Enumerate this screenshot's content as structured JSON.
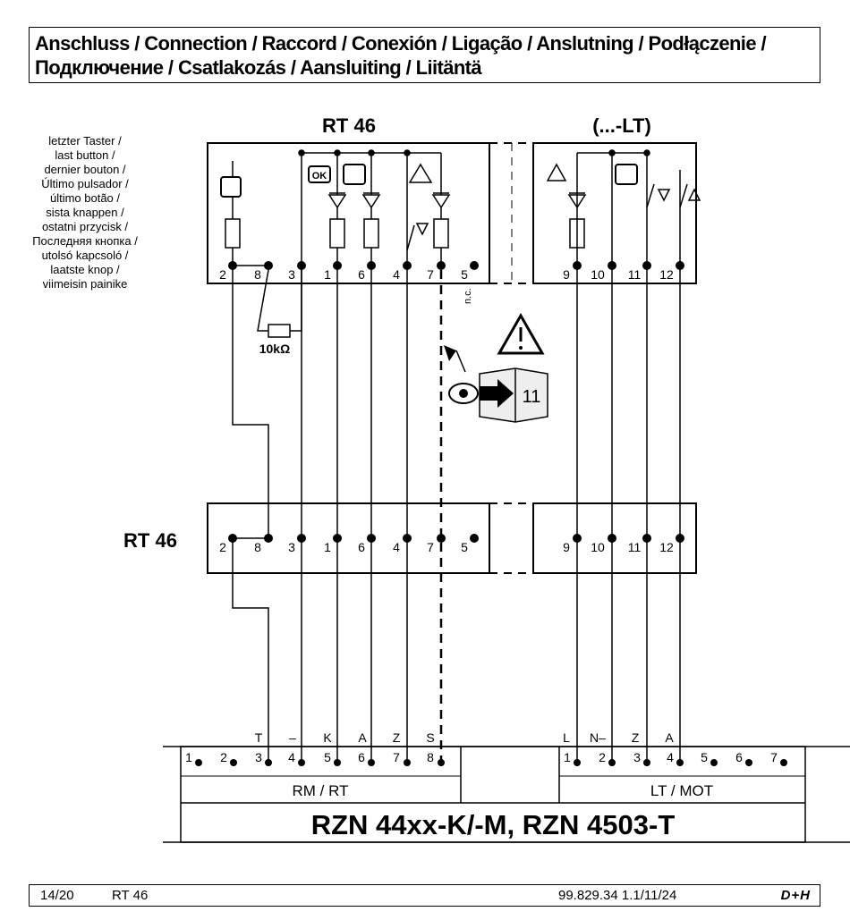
{
  "header": {
    "line1": "Anschluss / Connection / Raccord / Conexión / Ligação / Anslutning / Podłączenie /",
    "line2": "Подключение / Csatlakozás / Aansluiting / Liitäntä"
  },
  "top_device": {
    "title": "RT 46",
    "lt_title": "(...-LT)"
  },
  "last_button_note": [
    "letzter Taster /",
    "last button /",
    "dernier bouton /",
    "Último pulsador /",
    "último botão /",
    "sista knappen /",
    "ostatni przycisk /",
    "Последняя кнопка /",
    "utolsó kapcsoló /",
    "laatste knop /",
    "viimeisin painike"
  ],
  "top_terminals": [
    "2",
    "8",
    "3",
    "1",
    "6",
    "4",
    "7",
    "5",
    "9",
    "10",
    "11",
    "12"
  ],
  "nc_label": "n.c.",
  "resistor_label": "10kΩ",
  "ok_label": "OK",
  "book_page": "11",
  "second_device": {
    "title": "RT 46"
  },
  "second_terminals": [
    "2",
    "8",
    "3",
    "1",
    "6",
    "4",
    "7",
    "5",
    "9",
    "10",
    "11",
    "12"
  ],
  "controller": {
    "title": "RZN 44xx-K/-M, RZN 4503-T",
    "left_group_label": "RM / RT",
    "right_group_label": "LT / MOT",
    "left_signals": [
      "T",
      "–",
      "K",
      "A",
      "Z",
      "S"
    ],
    "right_signals": [
      "L",
      "N–",
      "Z",
      "A"
    ],
    "left_terminals": [
      "1",
      "2",
      "3",
      "4",
      "5",
      "6",
      "7",
      "8"
    ],
    "right_terminals": [
      "1",
      "2",
      "3",
      "4",
      "5",
      "6",
      "7"
    ]
  },
  "footer": {
    "page": "14/20",
    "model": "RT 46",
    "doc_number": "99.829.34 1.1/11/24",
    "logo": "D+H"
  }
}
